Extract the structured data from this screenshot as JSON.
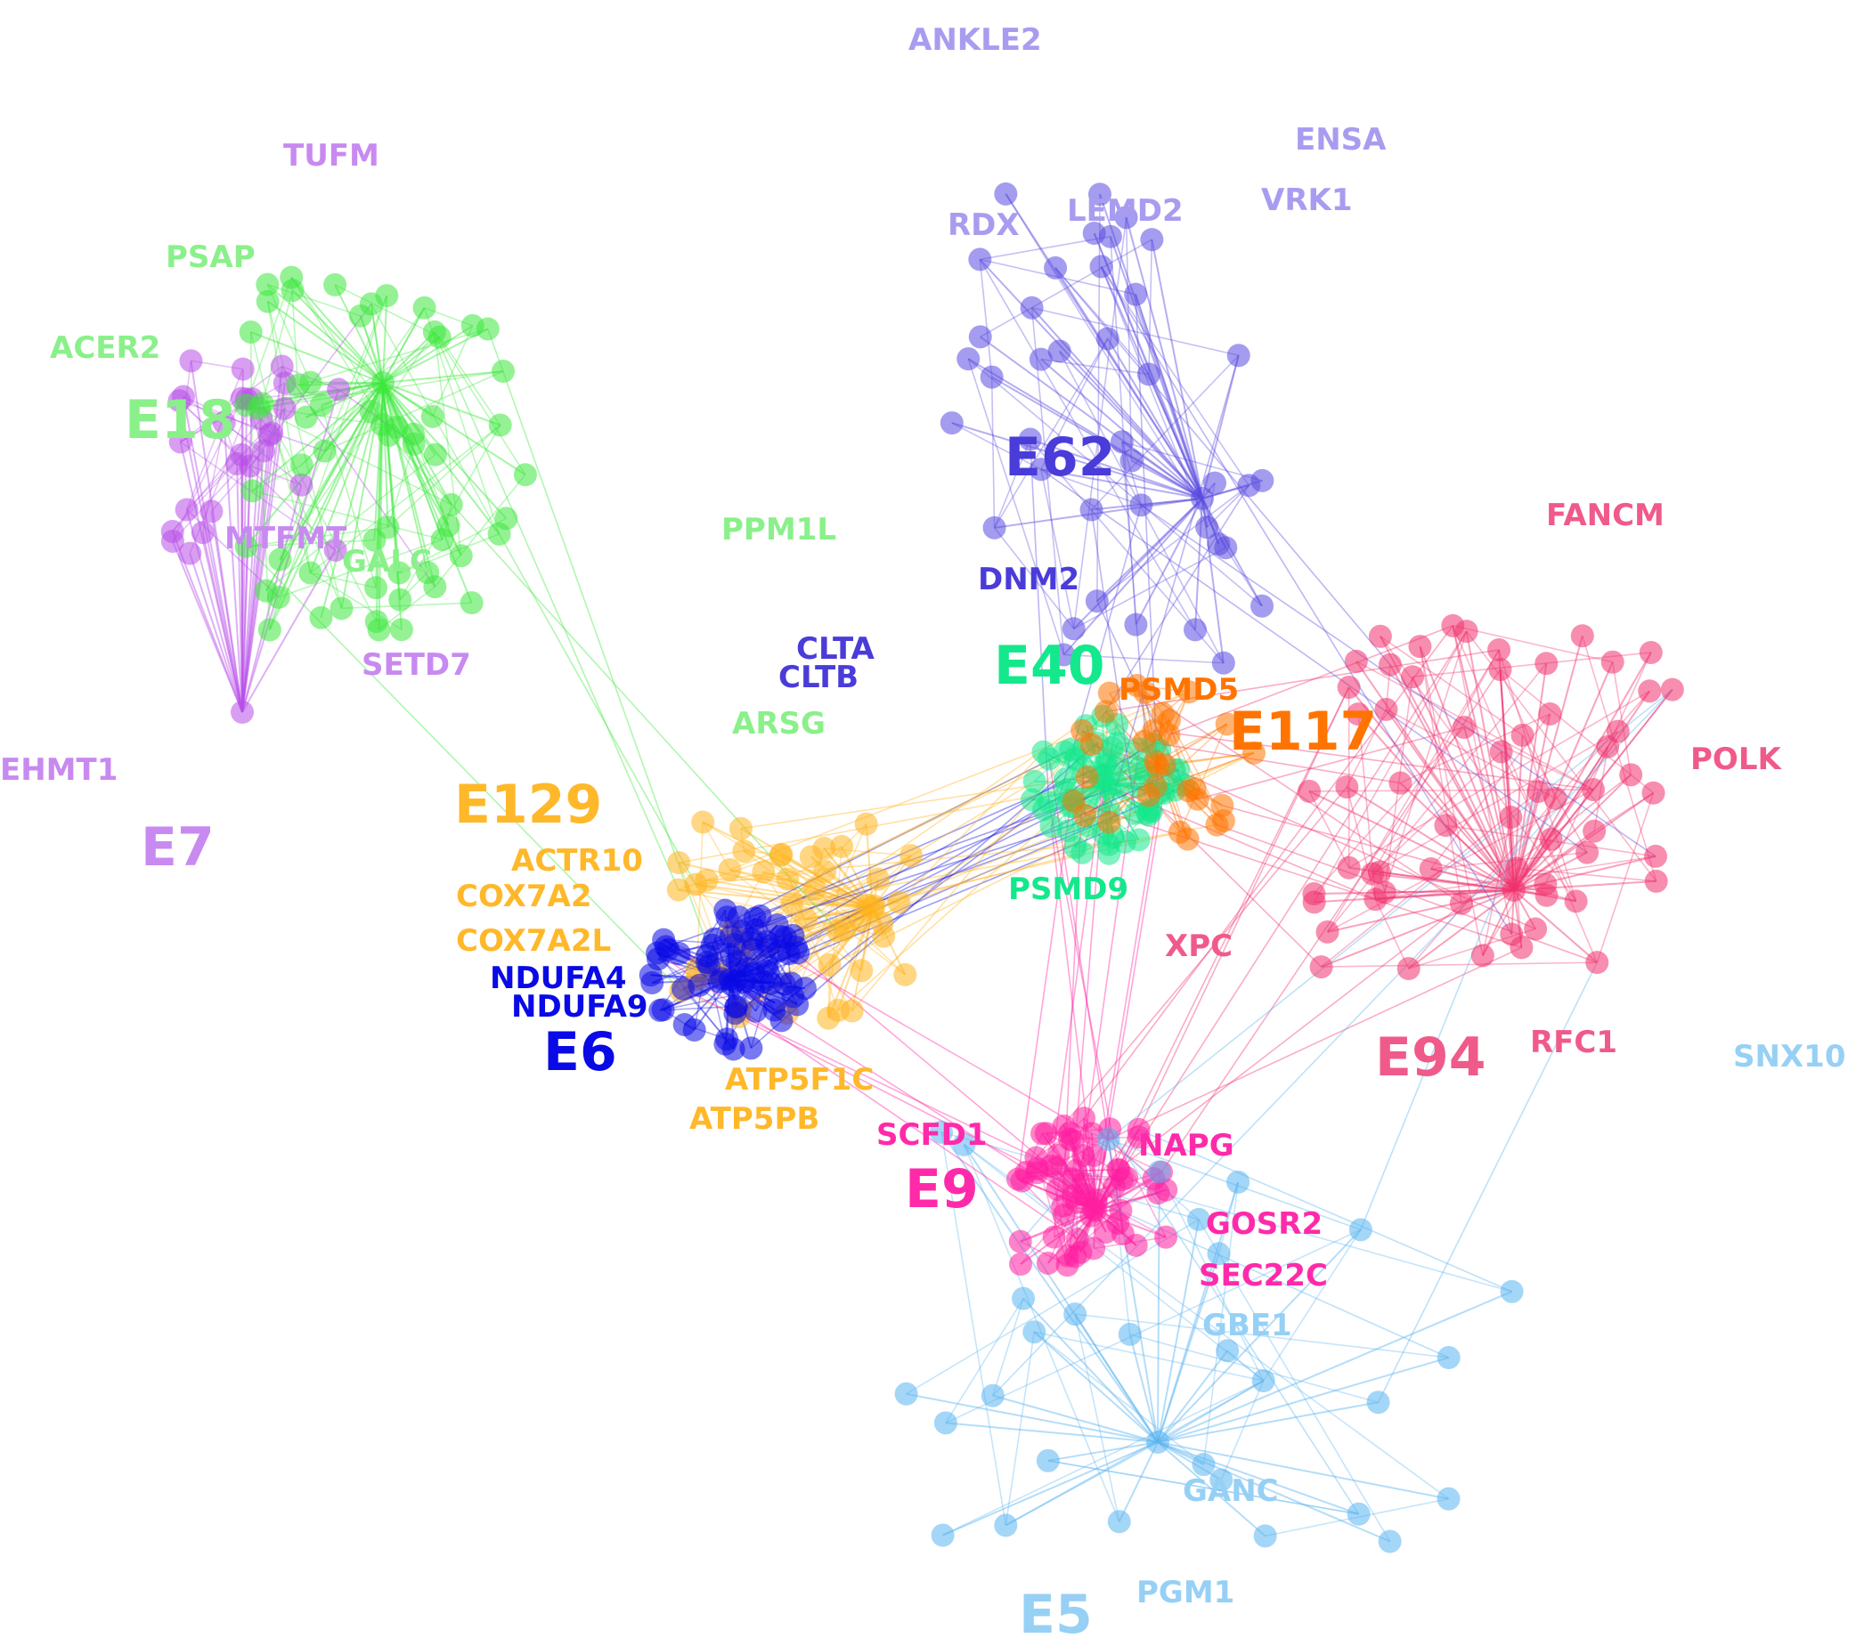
{
  "clusters": [
    {
      "id": "E7",
      "label": "E7",
      "color": "#b84fe8",
      "genes": [
        "EHMT1",
        "SETD7",
        "MTFMT",
        "TUFM"
      ]
    },
    {
      "id": "E18",
      "label": "E18",
      "color": "#3ce83c",
      "genes": [
        "PSAP",
        "ACER2",
        "GALC",
        "PPM1L",
        "ARSG"
      ]
    },
    {
      "id": "E62",
      "label": "E62",
      "color": "#5a4be0",
      "genes": [
        "ANKLE2",
        "ENSA",
        "RDX",
        "LEMD2",
        "VRK1",
        "DNM2",
        "CLTA",
        "CLTB"
      ]
    },
    {
      "id": "E40",
      "label": "E40",
      "color": "#14e88c",
      "genes": [
        "PSMD9"
      ]
    },
    {
      "id": "E117",
      "label": "E117",
      "color": "#ff7400",
      "genes": [
        "PSMD5"
      ]
    },
    {
      "id": "E129",
      "label": "E129",
      "color": "#ffb41e",
      "genes": [
        "ACTR10",
        "COX7A2",
        "COX7A2L",
        "ATP5F1C",
        "ATP5PB"
      ]
    },
    {
      "id": "E6",
      "label": "E6",
      "color": "#0a0ae6",
      "genes": [
        "NDUFA4",
        "NDUFA9"
      ]
    },
    {
      "id": "E94",
      "label": "E94",
      "color": "#f0326e",
      "genes": [
        "FANCM",
        "POLK",
        "XPC",
        "RFC1"
      ]
    },
    {
      "id": "E9",
      "label": "E9",
      "color": "#ff1ea0",
      "genes": [
        "SCFD1",
        "NAPG",
        "GOSR2",
        "SEC22C"
      ]
    },
    {
      "id": "E5",
      "label": "E5",
      "color": "#5ab4f0",
      "genes": [
        "SNX10",
        "GBE1",
        "GANC",
        "PGM1"
      ]
    }
  ]
}
